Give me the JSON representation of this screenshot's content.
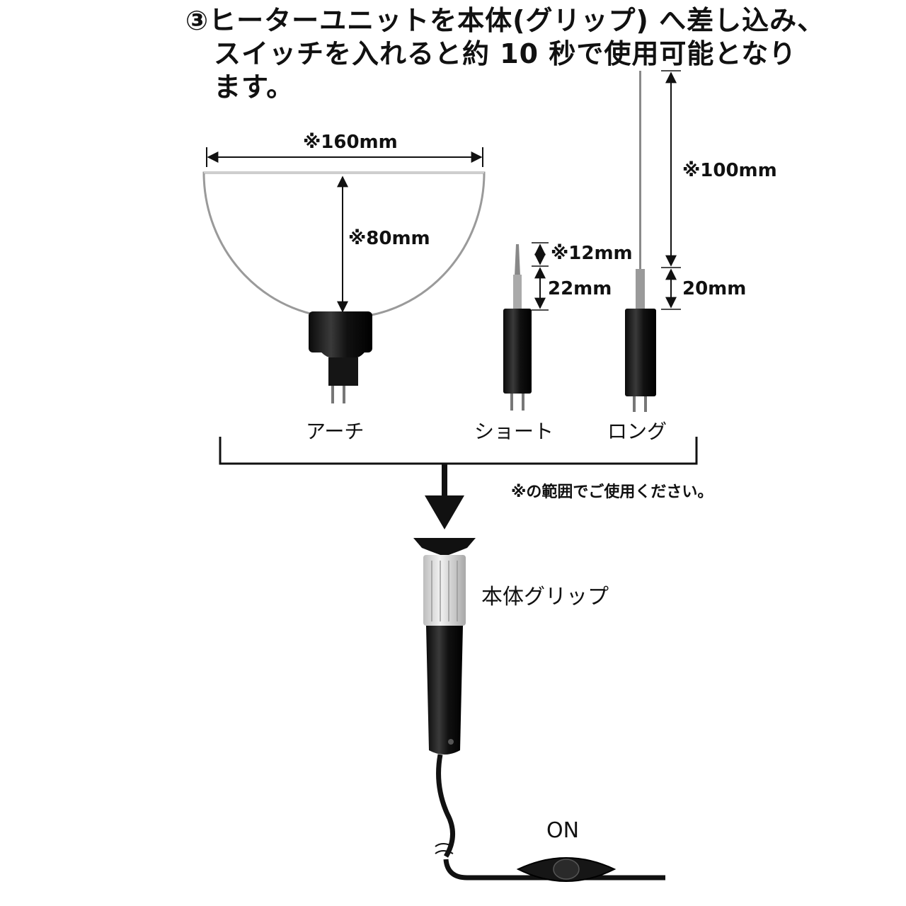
{
  "instruction": {
    "line1": "③ヒーターユニットを本体(グリップ) へ差し込み、",
    "line2": "スイッチを入れると約 10 秒で使用可能となり",
    "line3": "ます。"
  },
  "dimensions": {
    "arch_width": "※160mm",
    "arch_height": "※80mm",
    "short_tip": "※12mm",
    "short_shaft": "22mm",
    "long_tip": "※100mm",
    "long_shaft": "20mm"
  },
  "units": {
    "arch": "アーチ",
    "short": "ショート",
    "long": "ロング"
  },
  "range_note": "※の範囲でご使用ください。",
  "grip_label": "本体グリップ",
  "switch_label": "ON"
}
